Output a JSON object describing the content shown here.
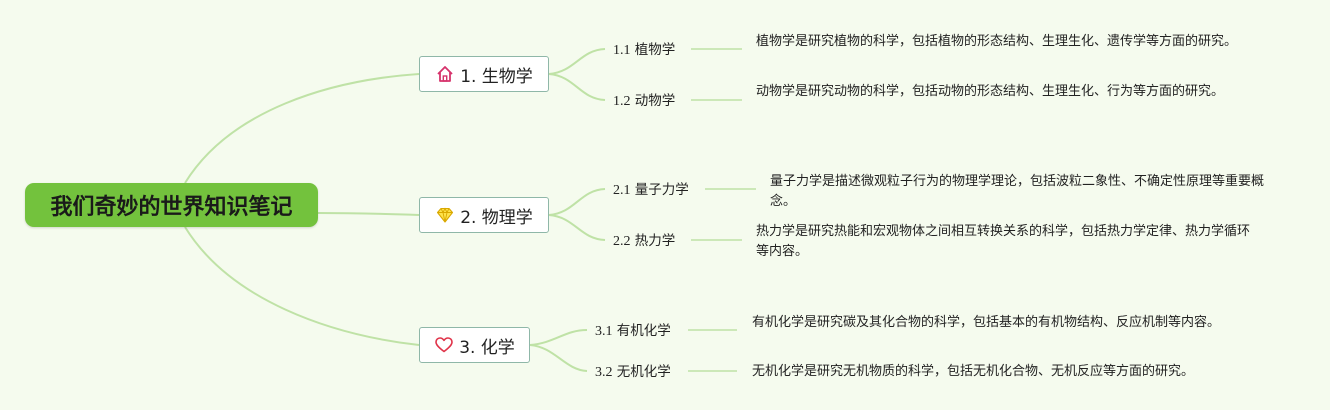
{
  "title": "我们奇妙的世界知识笔记",
  "colors": {
    "background": "#f5fbee",
    "root_fill": "#73c23d",
    "link_stroke": "#bfe2a6",
    "topic_border": "#8fb7a8"
  },
  "topics": [
    {
      "label": "1. 生物学",
      "icon": "house-icon",
      "subs": [
        {
          "num": "1.1",
          "label": "植物学",
          "desc": "植物学是研究植物的科学，包括植物的形态结构、生理生化、遗传学等方面的研究。"
        },
        {
          "num": "1.2",
          "label": "动物学",
          "desc": "动物学是研究动物的科学，包括动物的形态结构、生理生化、行为等方面的研究。"
        }
      ]
    },
    {
      "label": "2. 物理学",
      "icon": "diamond-icon",
      "subs": [
        {
          "num": "2.1",
          "label": "量子力学",
          "desc": "量子力学是描述微观粒子行为的物理学理论，包括波粒二象性、不确定性原理等重要概念。"
        },
        {
          "num": "2.2",
          "label": "热力学",
          "desc": "热力学是研究热能和宏观物体之间相互转换关系的科学，包括热力学定律、热力学循环等内容。"
        }
      ]
    },
    {
      "label": "3. 化学",
      "icon": "heart-icon",
      "subs": [
        {
          "num": "3.1",
          "label": "有机化学",
          "desc": "有机化学是研究碳及其化合物的科学，包括基本的有机物结构、反应机制等内容。"
        },
        {
          "num": "3.2",
          "label": "无机化学",
          "desc": "无机化学是研究无机物质的科学，包括无机化合物、无机反应等方面的研究。"
        }
      ]
    }
  ]
}
